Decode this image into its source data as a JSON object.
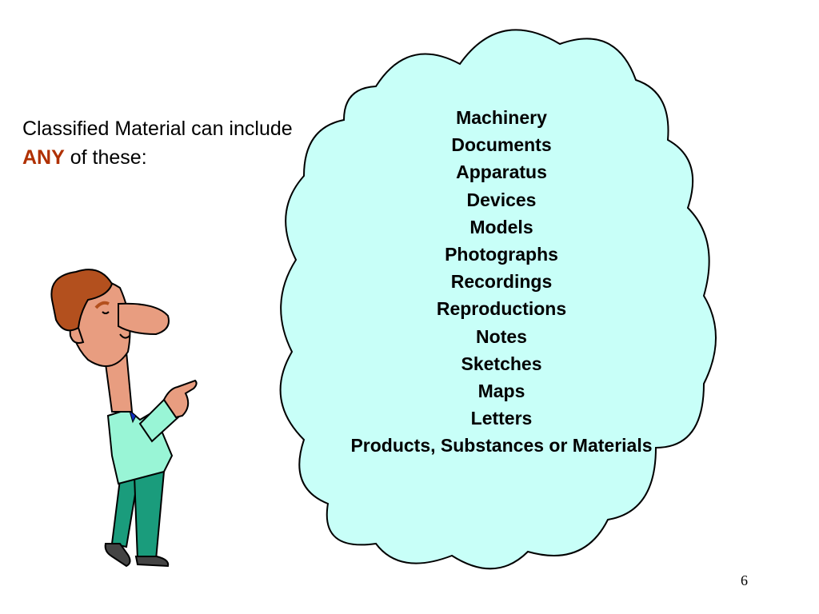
{
  "intro": {
    "line1": "Classified Material can include",
    "emphasis": "ANY",
    "line2_rest": "of these:"
  },
  "items": [
    "Machinery",
    "Documents",
    "Apparatus",
    "Devices",
    "Models",
    "Photographs",
    "Recordings",
    "Reproductions",
    "Notes",
    "Sketches",
    "Maps",
    "Letters",
    "Products, Substances or Materials"
  ],
  "page_number": "6",
  "colors": {
    "cloud_fill": "#c8fff8",
    "emphasis": "#b03000",
    "shirt": "#99f5d6",
    "pants": "#1a9c7c",
    "hair": "#b3501e",
    "skin": "#e89d80"
  },
  "illustration": "cartoon-man-pointing-up"
}
